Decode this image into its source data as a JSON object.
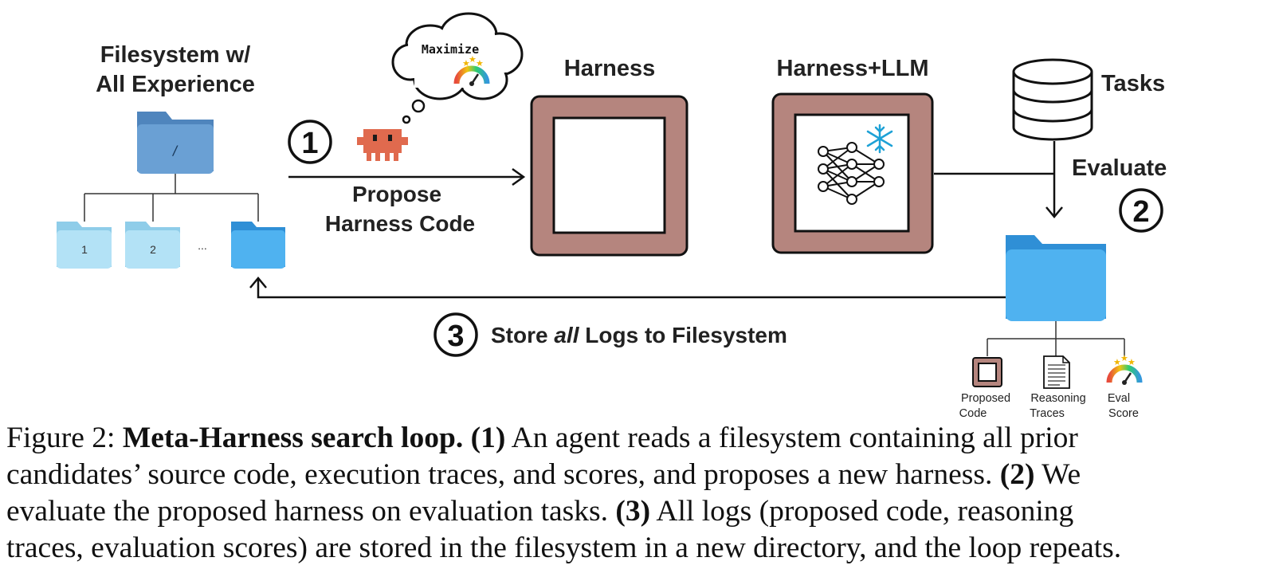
{
  "diagram": {
    "filesystem_title": [
      "Filesystem w/",
      "All Experience"
    ],
    "root_folder_label": "/",
    "subfolders": [
      "1",
      "2"
    ],
    "ellipsis": "...",
    "thought_bubble_text": "Maximize",
    "step1_number": "1",
    "step1_label": [
      "Propose",
      "Harness Code"
    ],
    "harness_title": "Harness",
    "harness_llm_title": "Harness+LLM",
    "tasks_label": "Tasks",
    "evaluate_label": "Evaluate",
    "step2_number": "2",
    "step3_number": "3",
    "step3_label": {
      "pre": "Store ",
      "emph": "all",
      "post": " Logs to Filesystem"
    },
    "log_items": [
      {
        "icon": "harness-box-icon",
        "label": [
          "Proposed",
          "Code"
        ]
      },
      {
        "icon": "document-icon",
        "label": [
          "Reasoning",
          "Traces"
        ]
      },
      {
        "icon": "gauge-icon",
        "label": [
          "Eval",
          "Score"
        ]
      }
    ],
    "colors": {
      "harness_frame": "#b5857e",
      "folder_dark": "#5b93c8",
      "folder_light": "#aee0f5",
      "folder_bright": "#56b7ef",
      "crab": "#e06a4e"
    }
  },
  "caption": {
    "lines": [
      [
        {
          "t": "Figure 2:  "
        },
        {
          "t": "Meta-Harness search loop.",
          "b": true
        },
        {
          "t": " "
        },
        {
          "t": "(1)",
          "b": true
        },
        {
          "t": " An agent reads a filesystem containing all prior"
        }
      ],
      [
        {
          "t": "candidates’ source code, execution traces, and scores, and proposes a new harness. "
        },
        {
          "t": "(2)",
          "b": true
        },
        {
          "t": " We"
        }
      ],
      [
        {
          "t": "evaluate the proposed harness on evaluation tasks. "
        },
        {
          "t": "(3)",
          "b": true
        },
        {
          "t": " All logs (proposed code, reasoning"
        }
      ],
      [
        {
          "t": "traces, evaluation scores) are stored in the filesystem in a new directory, and the loop repeats."
        }
      ]
    ]
  }
}
